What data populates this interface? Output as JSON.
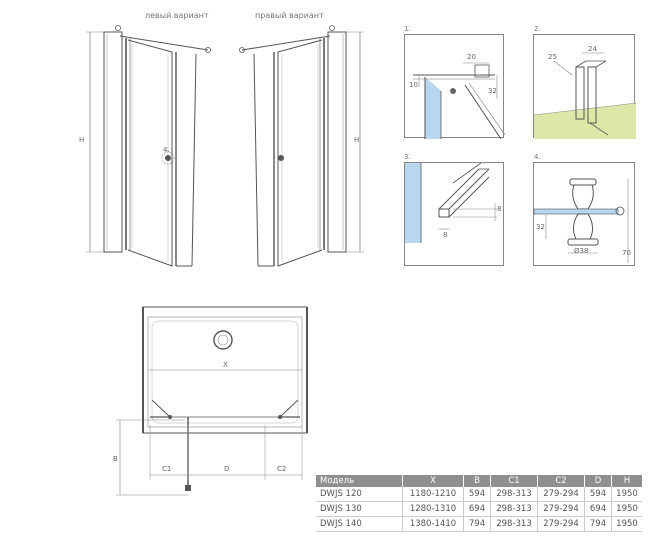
{
  "labels": {
    "left_variant": "левый вариант",
    "right_variant": "правый вариант",
    "h_left": "H",
    "h_right": "H",
    "detail4_marker": "4."
  },
  "details": [
    {
      "num": "1.",
      "dims": [
        "20",
        "10",
        "32"
      ]
    },
    {
      "num": "2.",
      "dims": [
        "24",
        "25"
      ]
    },
    {
      "num": "3.",
      "dims": [
        "8",
        "8"
      ]
    },
    {
      "num": "4.",
      "dims": [
        "32",
        "Ø38",
        "70"
      ]
    }
  ],
  "plan": {
    "x": "X",
    "b": "B",
    "c1": "C1",
    "d": "D",
    "c2": "C2"
  },
  "table": {
    "headers": [
      "Модель",
      "X",
      "B",
      "C1",
      "C2",
      "D",
      "H"
    ],
    "rows": [
      [
        "DWJS 120",
        "1180-1210",
        "594",
        "298-313",
        "279-294",
        "594",
        "1950"
      ],
      [
        "DWJS 130",
        "1280-1310",
        "694",
        "298-313",
        "279-294",
        "694",
        "1950"
      ],
      [
        "DWJS 140",
        "1380-1410",
        "794",
        "298-313",
        "279-294",
        "794",
        "1950"
      ]
    ]
  },
  "colors": {
    "glass": "#b8d7ee",
    "tray": "#dce8a8",
    "line": "#555555",
    "header": "#8f8f8f"
  }
}
